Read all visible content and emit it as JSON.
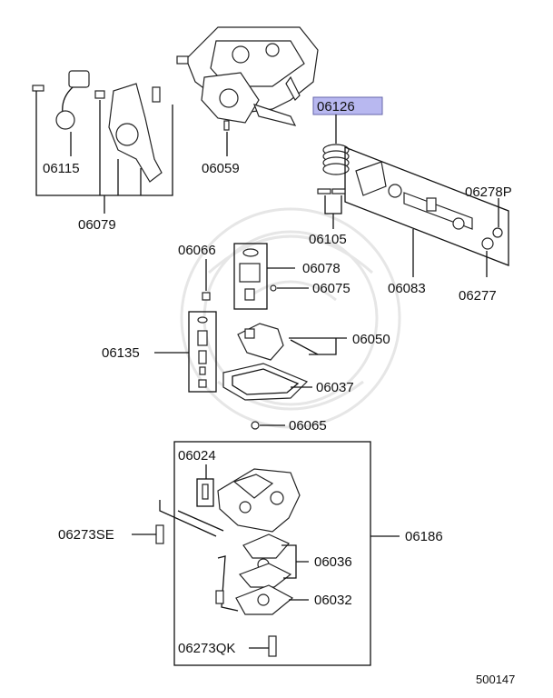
{
  "diagram": {
    "highlight_color": "#b8b8f0",
    "doc_number": "500147",
    "labels": {
      "p06126": "06126",
      "p06115": "06115",
      "p06079": "06079",
      "p06059": "06059",
      "p06105": "06105",
      "p06278P": "06278P",
      "p06277": "06277",
      "p06083": "06083",
      "p06066": "06066",
      "p06078": "06078",
      "p06075": "06075",
      "p06135": "06135",
      "p06050": "06050",
      "p06037": "06037",
      "p06065": "06065",
      "p06024": "06024",
      "p06273SE": "06273SE",
      "p06186": "06186",
      "p06036": "06036",
      "p06032": "06032",
      "p06273QK": "06273QK"
    }
  }
}
